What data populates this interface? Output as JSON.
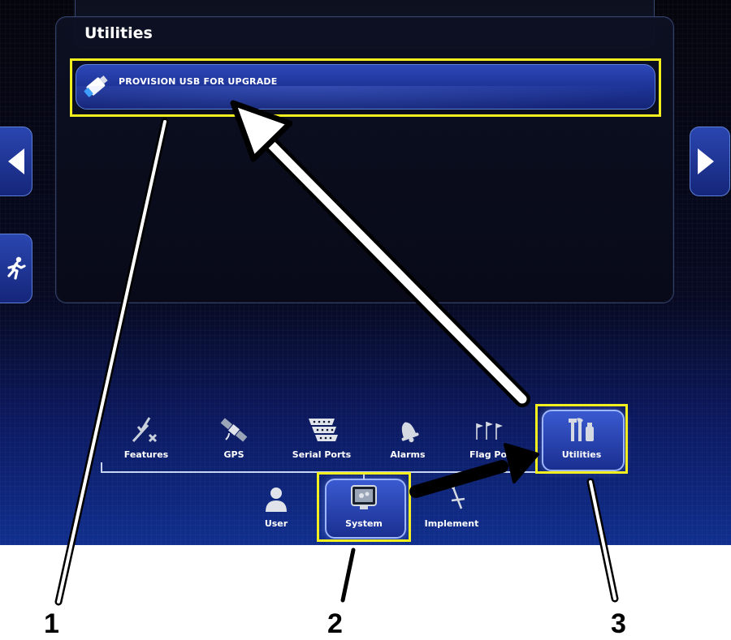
{
  "panel": {
    "title": "Utilities"
  },
  "utilities_list": [
    {
      "label": "PROVISION USB FOR UPGRADE",
      "icon": "usb-drive-icon"
    }
  ],
  "side_nav": {
    "left_icon": "arrow-left-icon",
    "right_icon": "arrow-right-icon",
    "exit_icon": "running-person-exit-icon"
  },
  "system_subtabs": [
    {
      "label": "Features",
      "icon": "features-checkmark-icon"
    },
    {
      "label": "GPS",
      "icon": "satellite-icon"
    },
    {
      "label": "Serial Ports",
      "icon": "serial-port-icon"
    },
    {
      "label": "Alarms",
      "icon": "bell-icon"
    },
    {
      "label": "Flag Po",
      "icon": "flags-icon"
    },
    {
      "label": "Utilities",
      "icon": "tools-usb-icon",
      "selected": true
    }
  ],
  "main_tabs": [
    {
      "label": "User",
      "icon": "user-icon"
    },
    {
      "label": "System",
      "icon": "system-monitor-icon",
      "selected": true
    },
    {
      "label": "Implement",
      "icon": "implement-icon"
    }
  ],
  "callouts": [
    "1",
    "2",
    "3"
  ],
  "colors": {
    "highlight": "#f3ee1e",
    "accent": "#2c48b8",
    "background": "#05050d"
  }
}
